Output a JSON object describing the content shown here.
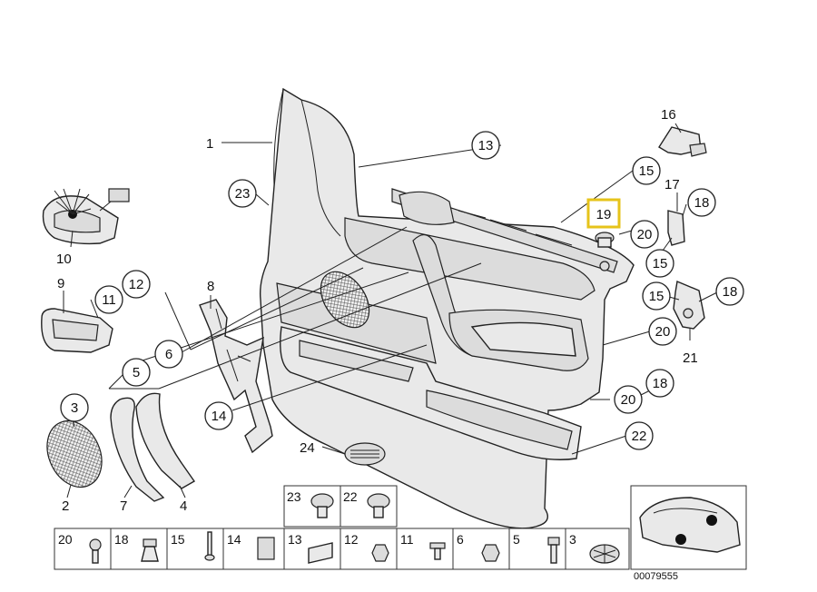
{
  "diagram": {
    "catalog_number": "00079555",
    "highlighted_part": "19",
    "callouts_plain": [
      "1",
      "16",
      "17",
      "10",
      "9",
      "8",
      "2",
      "7",
      "4",
      "21"
    ],
    "callouts_circled": [
      "13",
      "15",
      "23",
      "19",
      "18",
      "20",
      "15",
      "15",
      "18",
      "12",
      "11",
      "6",
      "5",
      "20",
      "3",
      "14",
      "18",
      "20",
      "24",
      "22"
    ],
    "parts_table": {
      "top_row": [
        "23",
        "22"
      ],
      "bottom_row": [
        "20",
        "18",
        "15",
        "14",
        "13",
        "12",
        "11",
        "6",
        "5",
        "3"
      ]
    }
  }
}
